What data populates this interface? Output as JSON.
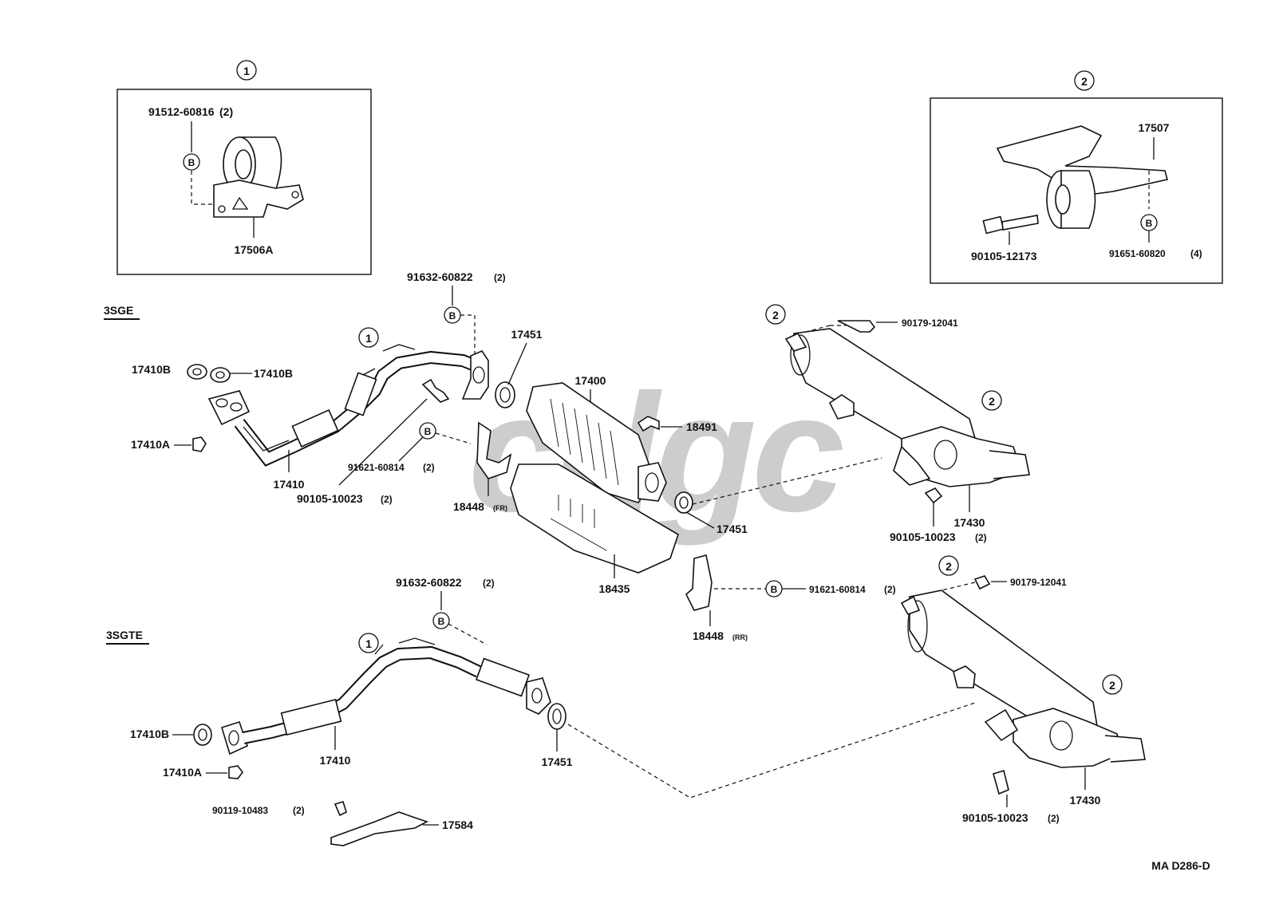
{
  "diagram": {
    "code": "MA D286-D",
    "watermark": "cdgc",
    "callouts": {
      "one": "1",
      "two": "2",
      "bolt": "B"
    },
    "inset1": {
      "bolt": "91512-60816",
      "bolt_qty": "(2)",
      "bracket": "17506A"
    },
    "inset2": {
      "bracket": "17507",
      "bolt": "90105-12173",
      "bolt_b": "91651-60820",
      "bolt_b_qty": "(4)"
    },
    "sge": {
      "title": "3SGE",
      "gasket_b_left": "17410B",
      "gasket_b_right": "17410B",
      "nut_a": "17410A",
      "front_pipe": "17410",
      "stud_bolt": "90105-10023",
      "stud_bolt_qty": "(2)",
      "flange_bolt": "91632-60822",
      "flange_bolt_qty": "(2)",
      "gasket_upper": "17451",
      "converter": "17400",
      "clip": "18491",
      "bracket_bolt": "91621-60814",
      "bracket_bolt_qty": "(2)",
      "bracket_fr": "18448",
      "bracket_fr_suffix": "(FR)",
      "heat_insulator": "18435",
      "gasket_lower": "17451",
      "bracket_rr": "18448",
      "bracket_rr_suffix": "(RR)",
      "bracket_rr_bolt": "91621-60814",
      "bracket_rr_bolt_qty": "(2)",
      "muffler_nut": "90179-12041",
      "tail_pipe": "17430",
      "tail_bolt": "90105-10023",
      "tail_bolt_qty": "(2)"
    },
    "sgte": {
      "title": "3SGTE",
      "flange_bolt": "91632-60822",
      "flange_bolt_qty": "(2)",
      "gasket_b": "17410B",
      "nut_a": "17410A",
      "front_pipe": "17410",
      "gasket": "17451",
      "stay_bolt": "90119-10483",
      "stay_bolt_qty": "(2)",
      "stay": "17584",
      "muffler_nut": "90179-12041",
      "tail_pipe": "17430",
      "tail_bolt": "90105-10023",
      "tail_bolt_qty": "(2)"
    }
  }
}
